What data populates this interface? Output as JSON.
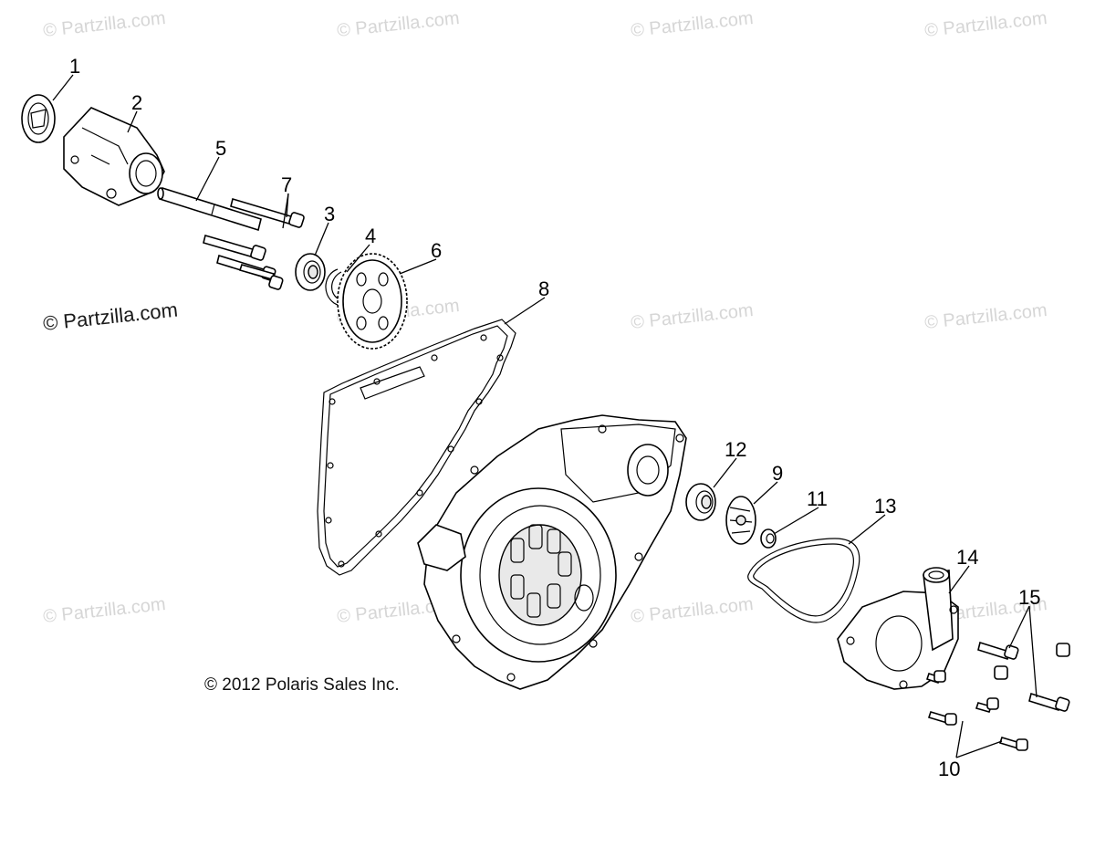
{
  "watermarks": {
    "faint": "© Partzilla.com",
    "prominent": "© Partzilla.com"
  },
  "copyright": "© 2012 Polaris Sales Inc.",
  "callouts": [
    "1",
    "2",
    "3",
    "4",
    "5",
    "6",
    "7",
    "8",
    "9",
    "10",
    "11",
    "12",
    "13",
    "14",
    "15"
  ]
}
